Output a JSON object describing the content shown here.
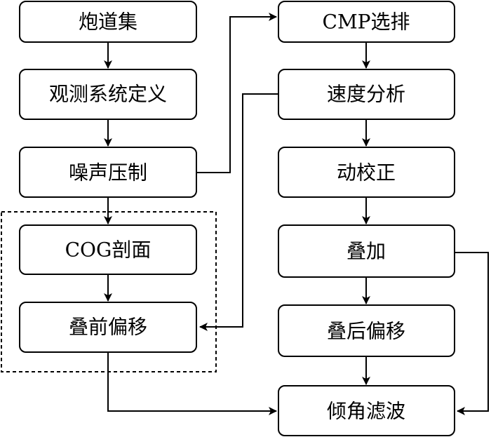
{
  "nodes": {
    "shot_gathers": "炮道集",
    "geometry_definition": "观测系统定义",
    "noise_suppression": "噪声压制",
    "cog_section": "COG剖面",
    "prestack_migration": "叠前偏移",
    "cmp_sorting": "CMP选排",
    "velocity_analysis": "速度分析",
    "nmo_correction": "动校正",
    "stacking": "叠加",
    "poststack_migration": "叠后偏移",
    "dip_filtering": "倾角滤波"
  },
  "edges": [
    {
      "from": "shot_gathers",
      "to": "geometry_definition"
    },
    {
      "from": "geometry_definition",
      "to": "noise_suppression"
    },
    {
      "from": "noise_suppression",
      "to": "cog_section"
    },
    {
      "from": "cog_section",
      "to": "prestack_migration"
    },
    {
      "from": "noise_suppression",
      "to": "cmp_sorting"
    },
    {
      "from": "cmp_sorting",
      "to": "velocity_analysis"
    },
    {
      "from": "velocity_analysis",
      "to": "nmo_correction"
    },
    {
      "from": "velocity_analysis",
      "to": "prestack_migration"
    },
    {
      "from": "nmo_correction",
      "to": "stacking"
    },
    {
      "from": "stacking",
      "to": "poststack_migration"
    },
    {
      "from": "poststack_migration",
      "to": "dip_filtering"
    },
    {
      "from": "stacking",
      "to": "dip_filtering"
    },
    {
      "from": "prestack_migration",
      "to": "dip_filtering"
    }
  ],
  "colors": {
    "stroke": "#000000",
    "fill": "#ffffff",
    "text": "#000000"
  }
}
